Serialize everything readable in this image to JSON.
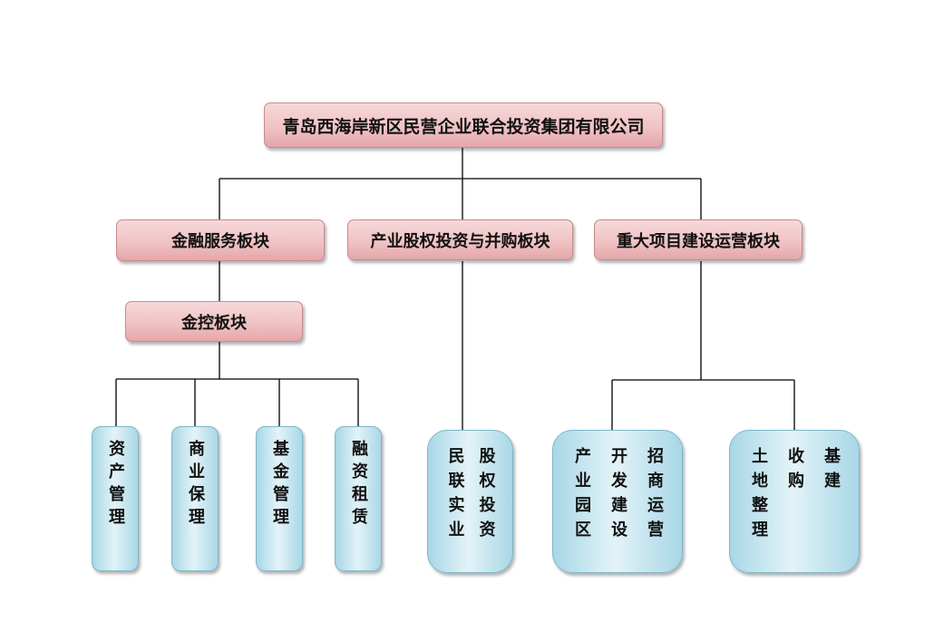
{
  "root": {
    "label": "青岛西海岸新区民营企业联合投资集团有限公司"
  },
  "segments": {
    "finance": "金融服务板块",
    "equity": "产业股权投资与并购板块",
    "projects": "重大项目建设运营板块"
  },
  "holding": {
    "label": "金控板块"
  },
  "finance_units": {
    "asset_management": "资产管理",
    "factoring": "商业保理",
    "fund_management": "基金管理",
    "leasing": "融资租赁"
  },
  "equity_unit": {
    "col1": "民联实业",
    "col2": "股权投资"
  },
  "industrial_park_unit": {
    "col1": "产业园区",
    "col2": "开发建设",
    "col3": "招商运营"
  },
  "land_unit": {
    "col1": "土地整理",
    "col2": "收购",
    "col3": "基建"
  }
}
